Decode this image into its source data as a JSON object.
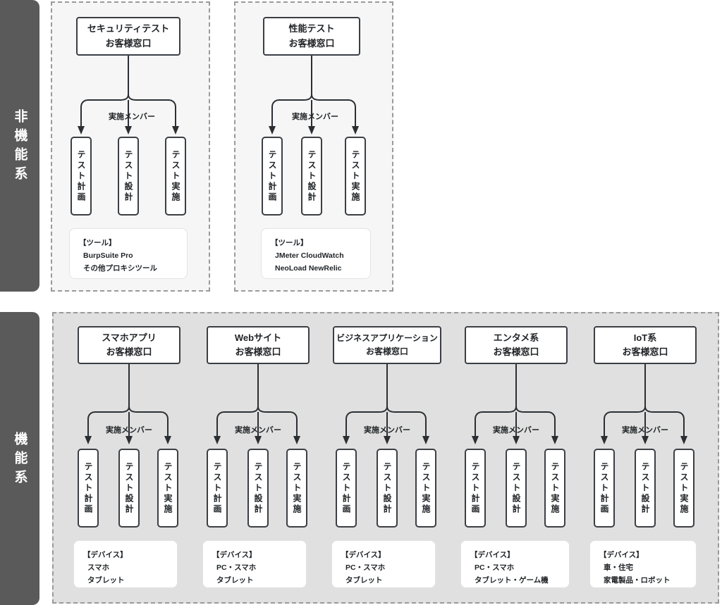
{
  "diagram": {
    "title_hidden": "",
    "colors": {
      "tab_bg": "#5a5a5a",
      "tab_text": "#ffffff",
      "group_light_bg": "#f6f6f6",
      "group_shaded_bg": "#e0e0e0",
      "group_border": "#9a9a9a",
      "box_border": "#3b3f44",
      "box_bg": "#ffffff",
      "connector": "#2b2f33",
      "note_border": "#e3e3e3"
    },
    "connector_label": "実施メンバー",
    "steps": [
      {
        "label": "テスト計画"
      },
      {
        "label": "テスト設計"
      },
      {
        "label": "テスト実施"
      }
    ]
  },
  "categories": [
    {
      "id": "nonfunctional",
      "label": "非機能系",
      "groups": [
        {
          "id": "security",
          "head": {
            "line1": "セキュリティテスト",
            "line2": "お客様窓口"
          },
          "connector_label": "実施メンバー",
          "steps": [
            "テスト計画",
            "テスト設計",
            "テスト実施"
          ],
          "note": {
            "title": "【ツール】",
            "lines": [
              "BurpSuite Pro",
              "その他プロキシツール"
            ]
          }
        },
        {
          "id": "performance",
          "head": {
            "line1": "性能テスト",
            "line2": "お客様窓口"
          },
          "connector_label": "実施メンバー",
          "steps": [
            "テスト計画",
            "テスト設計",
            "テスト実施"
          ],
          "note": {
            "title": "【ツール】",
            "lines": [
              "JMeter  CloudWatch",
              "NeoLoad  NewRelic"
            ]
          }
        }
      ]
    },
    {
      "id": "functional",
      "label": "機能系",
      "groups": [
        {
          "id": "smartphone-app",
          "head": {
            "line1": "スマホアプリ",
            "line2": "お客様窓口"
          },
          "connector_label": "実施メンバー",
          "steps": [
            "テスト計画",
            "テスト設計",
            "テスト実施"
          ],
          "note": {
            "title": "【デバイス】",
            "lines": [
              "スマホ",
              "タブレット"
            ]
          }
        },
        {
          "id": "website",
          "head": {
            "line1": "Webサイト",
            "line2": "お客様窓口"
          },
          "connector_label": "実施メンバー",
          "steps": [
            "テスト計画",
            "テスト設計",
            "テスト実施"
          ],
          "note": {
            "title": "【デバイス】",
            "lines": [
              "PC・スマホ",
              "タブレット"
            ]
          }
        },
        {
          "id": "business-application",
          "head": {
            "line1": "ビジネスアプリケーション",
            "line2": "お客様窓口"
          },
          "connector_label": "実施メンバー",
          "steps": [
            "テスト計画",
            "テスト設計",
            "テスト実施"
          ],
          "note": {
            "title": "【デバイス】",
            "lines": [
              "PC・スマホ",
              "タブレット"
            ]
          }
        },
        {
          "id": "entertainment",
          "head": {
            "line1": "エンタメ系",
            "line2": "お客様窓口"
          },
          "connector_label": "実施メンバー",
          "steps": [
            "テスト計画",
            "テスト設計",
            "テスト実施"
          ],
          "note": {
            "title": "【デバイス】",
            "lines": [
              "PC・スマホ",
              "タブレット・ゲーム機"
            ]
          }
        },
        {
          "id": "iot",
          "head": {
            "line1": "IoT系",
            "line2": "お客様窓口"
          },
          "connector_label": "実施メンバー",
          "steps": [
            "テスト計画",
            "テスト設計",
            "テスト実施"
          ],
          "note": {
            "title": "【デバイス】",
            "lines": [
              "車・住宅",
              "家電製品・ロボット"
            ]
          }
        }
      ]
    }
  ]
}
